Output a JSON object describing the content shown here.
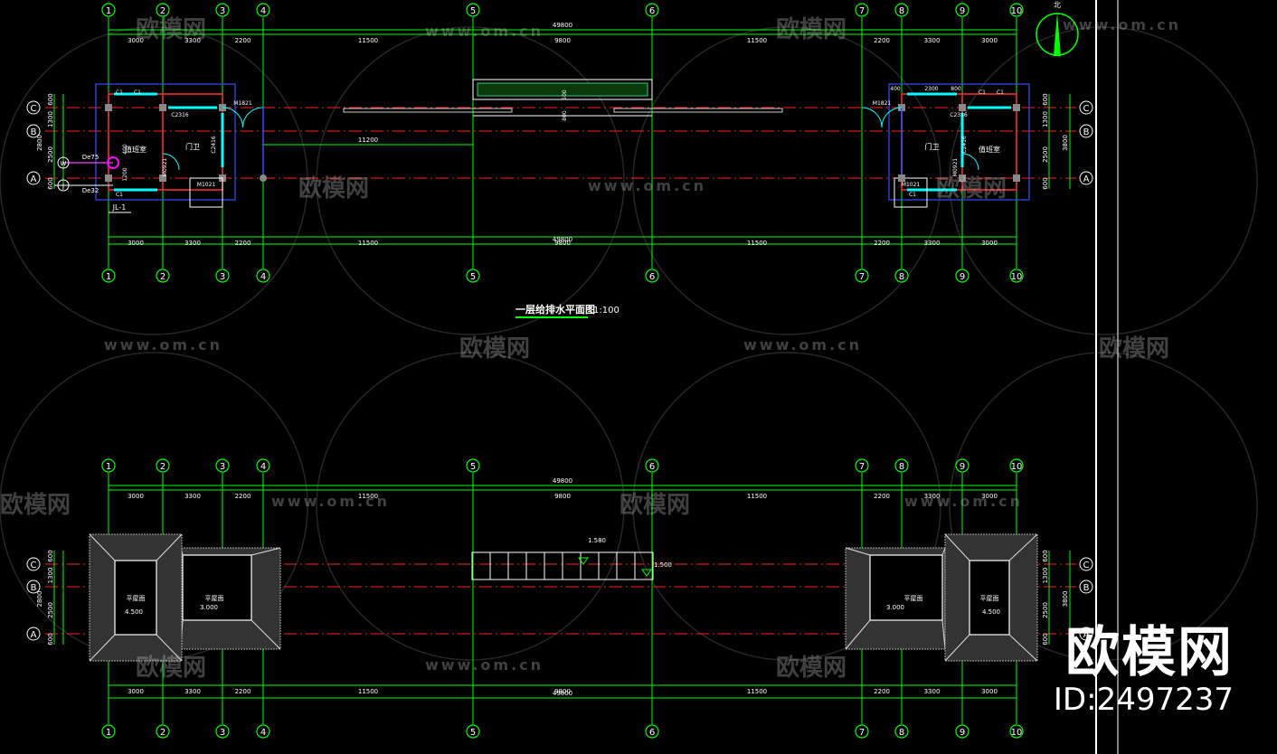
{
  "drawing": {
    "title_floor1": "一层给排水平面图",
    "scale_floor1": "1:100",
    "axes": [
      "1",
      "2",
      "3",
      "4",
      "5",
      "6",
      "7",
      "8",
      "9",
      "10"
    ],
    "row_axes": [
      "C",
      "B",
      "A"
    ],
    "spans": [
      "3000",
      "3300",
      "2200",
      "11500",
      "9800",
      "11500",
      "2200",
      "3300",
      "3000"
    ],
    "total": "49800",
    "left_vert_dims": [
      "600",
      "1300",
      "2500",
      "600",
      "2800"
    ],
    "right_vert_dims": [
      "600",
      "1300",
      "2500",
      "600",
      "3800"
    ],
    "rooms": {
      "duty_left": "值班室",
      "guard_left": "门卫",
      "duty_right": "值班室",
      "guard_right": "门卫",
      "flat_roof": "平屋面"
    },
    "labels": {
      "c1": "C1",
      "c2316": "C2316",
      "c2416": "C2416",
      "m1821": "M1821",
      "m0921": "M0921",
      "m1021": "M1021",
      "dim_11200": "11200",
      "dim_400": "400",
      "dim_2300": "2300",
      "dim_800": "800",
      "dim_1200": "1200",
      "dim_500": "500",
      "de75": "De75",
      "de32": "De32",
      "jl1": "JL-1",
      "w": "W",
      "j": "J",
      "north": "北"
    },
    "elevations": {
      "roof_left_high": "4.500",
      "roof_left_low": "3.000",
      "roof_right_low": "3.000",
      "roof_right_high": "4.500",
      "canopy_a": "1.580",
      "canopy_b": "1.500"
    }
  },
  "watermarks": {
    "cn": "欧模网",
    "url": "www.om.cn"
  },
  "brand": {
    "logo": "欧模网",
    "id": "ID:2497237"
  },
  "colors": {
    "grid": "#00ff00",
    "axis_red": "#ff2020",
    "wall": "#ff3030",
    "window": "#00ffff",
    "dim_text": "#ffffff",
    "blue": "#3050ff",
    "magenta": "#ff00ff"
  }
}
